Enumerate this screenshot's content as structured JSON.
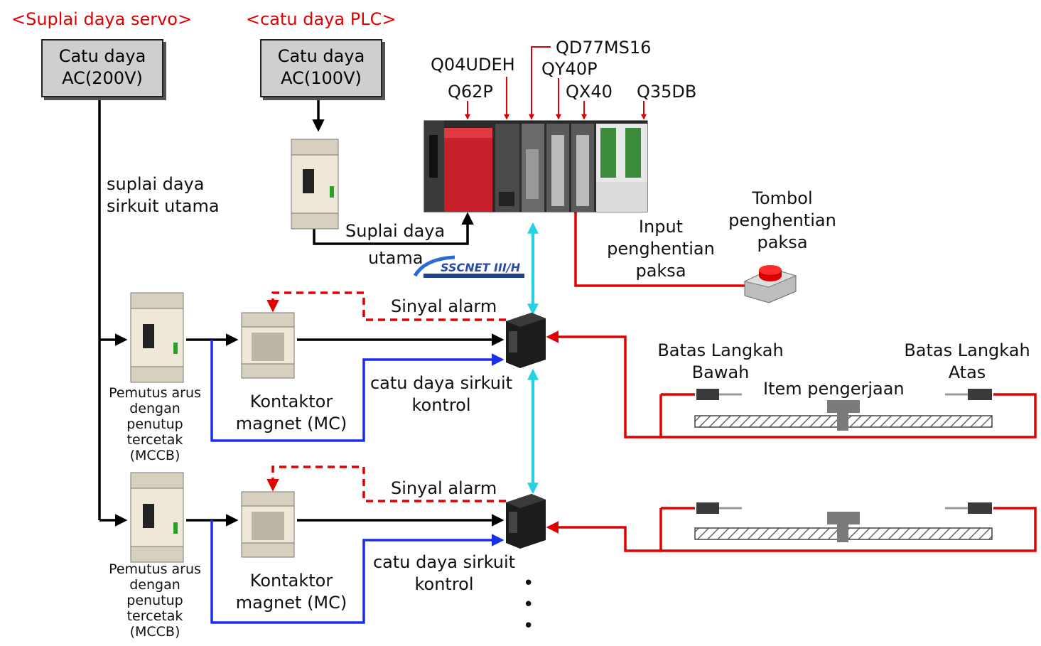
{
  "headers": {
    "servo_supply": "<Suplai daya servo>",
    "plc_supply": "<catu daya PLC>"
  },
  "power_boxes": {
    "servo": [
      "Catu daya",
      "AC(200V)"
    ],
    "plc": [
      "Catu daya",
      "AC(100V)"
    ]
  },
  "plc_modules": {
    "q04udeh": "Q04UDEH",
    "q62p": "Q62P",
    "qd77ms16": "QD77MS16",
    "qy40p": "QY40P",
    "qx40": "QX40",
    "q35db": "Q35DB"
  },
  "labels": {
    "main_circuit_supply": [
      "suplai daya",
      "sirkuit utama"
    ],
    "main_supply": [
      "Suplai daya",
      "utama"
    ],
    "forced_stop_input": [
      "Input",
      "penghentian",
      "paksa"
    ],
    "forced_stop_button": [
      "Tombol",
      "penghentian",
      "paksa"
    ],
    "alarm_signal": "Sinyal alarm",
    "control_circuit_supply": [
      "catu daya sirkuit",
      "kontrol"
    ],
    "magnetic_contactor": [
      "Kontaktor",
      "magnet (MC)"
    ],
    "mccb": [
      "Pemutus arus",
      "dengan",
      "penutup",
      "tercetak",
      "(MCCB)"
    ],
    "lower_stroke_limit": [
      "Batas Langkah",
      "Bawah"
    ],
    "upper_stroke_limit": [
      "Batas Langkah",
      "Atas"
    ],
    "workpiece": "Item pengerjaan",
    "sscnet_logo": "SSCNET III/H",
    "continuation": "• • •"
  },
  "colors": {
    "power_wire": "#000000",
    "control_wire": "#1a2ee8",
    "alarm_wire": "#e00000",
    "signal_wire": "#e00000",
    "sscnet_link": "#22d3e6",
    "header_text": "#e00000"
  }
}
